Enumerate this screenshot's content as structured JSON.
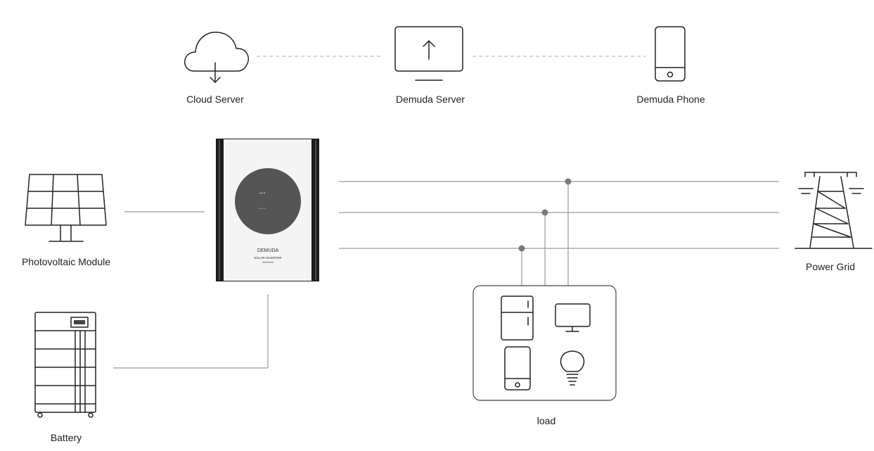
{
  "nodes": {
    "cloud_server": "Cloud Server",
    "demuda_server": "Demuda Server",
    "demuda_phone": "Demuda Phone",
    "photovoltaic_module": "Photovoltaic Module",
    "battery": "Battery",
    "power_grid": "Power Grid",
    "load": "load"
  },
  "inverter": {
    "brand": "DEMUDA",
    "model": "SOLAR INVERTER"
  },
  "load_items": [
    "fridge-icon",
    "monitor-icon",
    "phone-icon",
    "bulb-icon"
  ],
  "colors": {
    "line": "#9a9a9a",
    "junction": "#7a7a7a",
    "inverter_body": "#1c1c1c",
    "inverter_display": "#555555",
    "inverter_panel": "#f4f4f4"
  }
}
